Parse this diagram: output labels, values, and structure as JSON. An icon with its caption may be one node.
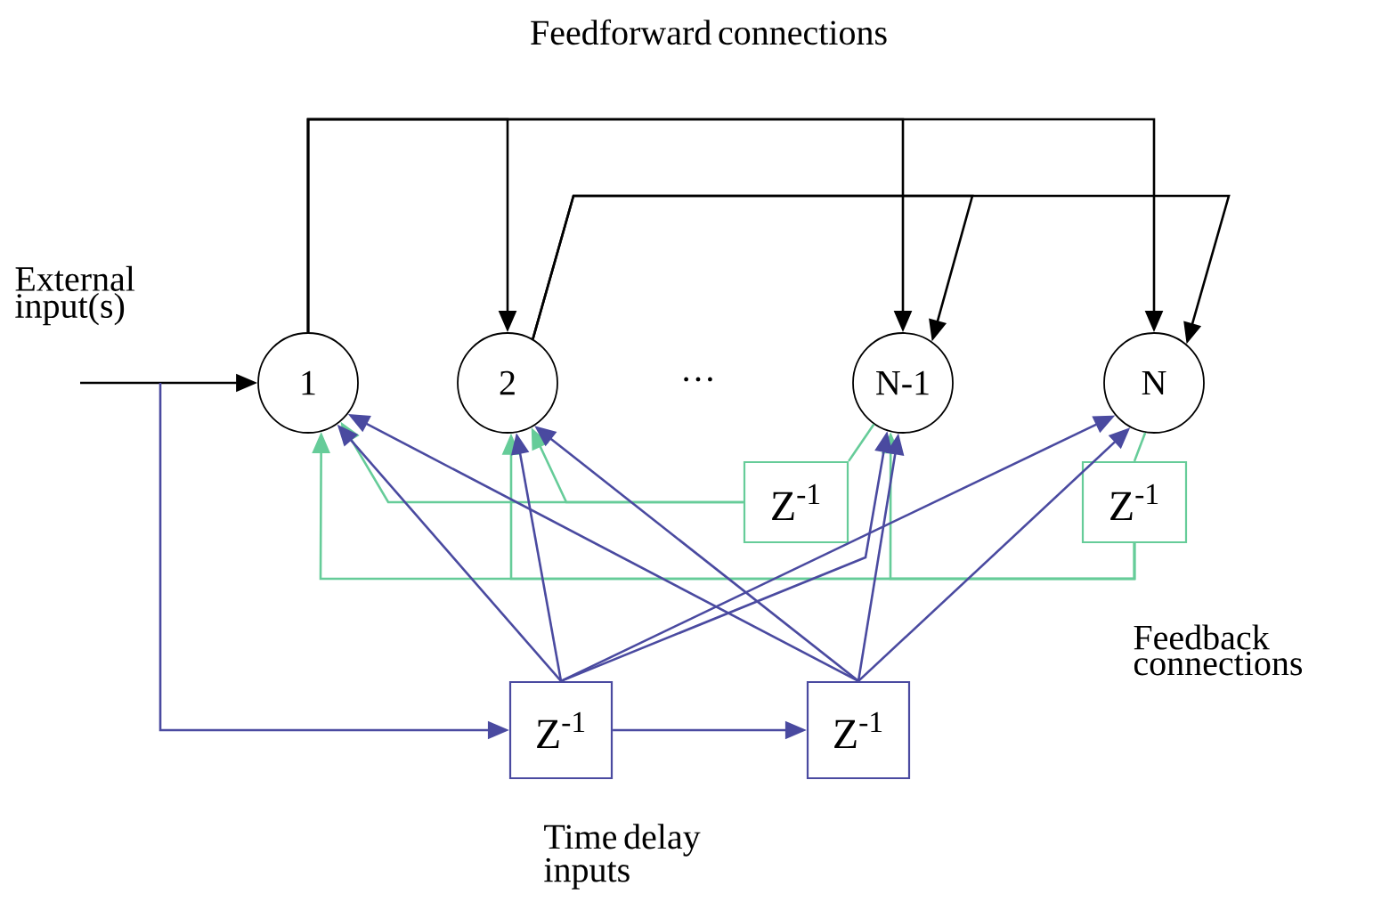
{
  "diagram": {
    "nodes": [
      {
        "text": [
          "1"
        ]
      },
      {
        "text": [
          "2"
        ]
      },
      {
        "text": [
          "N-1"
        ]
      },
      {
        "text": [
          "N"
        ]
      },
      {
        "text": [
          "Z$^{-1}$"
        ]
      },
      {
        "text": [
          "Z$^{-1}$"
        ]
      },
      {
        "text": [
          "Z$^{-1}$"
        ]
      },
      {
        "text": [
          "Z$^{-1}$"
        ]
      }
    ],
    "edges": [
      {
        "from": null,
        "to": 0,
        "arrow": "to",
        "color": "#000000"
      },
      {
        "from": null,
        "to": 6,
        "arrow": "to"
      },
      {
        "from": 6,
        "to": 7,
        "arrow": "to"
      },
      {
        "from": 0,
        "to": 1,
        "arrow": "to",
        "color": "#000000"
      },
      {
        "from": 0,
        "to": 2,
        "arrow": "to",
        "color": "#000000"
      },
      {
        "from": 0,
        "to": 3,
        "arrow": "to",
        "color": "#000000"
      },
      {
        "from": 1,
        "to": 2,
        "arrow": "to",
        "color": "#000000"
      },
      {
        "from": 1,
        "to": 3,
        "arrow": "to",
        "color": "#000000"
      },
      {
        "from": 2,
        "to": 4,
        "arrow": "none",
        "color": "#66cc99"
      },
      {
        "from": 3,
        "to": 5,
        "arrow": "none",
        "color": "#66cc99"
      },
      {
        "from": 4,
        "to": 0,
        "arrow": "to",
        "color": "#66cc99"
      },
      {
        "from": 4,
        "to": 1,
        "arrow": "to",
        "color": "#66cc99"
      },
      {
        "from": 5,
        "to": 0,
        "arrow": "to",
        "color": "#66cc99"
      },
      {
        "from": 5,
        "to": 1,
        "arrow": "to",
        "color": "#66cc99"
      },
      {
        "from": 5,
        "to": 2,
        "arrow": "to",
        "color": "#66cc99"
      },
      {
        "from": 6,
        "to": 0,
        "arrow": "to"
      },
      {
        "from": 6,
        "to": 1,
        "arrow": "to"
      },
      {
        "from": 6,
        "to": 2,
        "arrow": "to"
      },
      {
        "from": 6,
        "to": 3,
        "arrow": "to"
      },
      {
        "from": 7,
        "to": 0,
        "arrow": "to"
      },
      {
        "from": 7,
        "to": 1,
        "arrow": "to"
      },
      {
        "from": 7,
        "to": 2,
        "arrow": "to"
      },
      {
        "from": 7,
        "to": 3,
        "arrow": "to"
      }
    ],
    "labels": [
      "Feedforward connections",
      "External input(s)",
      "…",
      "Feedback connections",
      "Time delay inputs"
    ]
  }
}
